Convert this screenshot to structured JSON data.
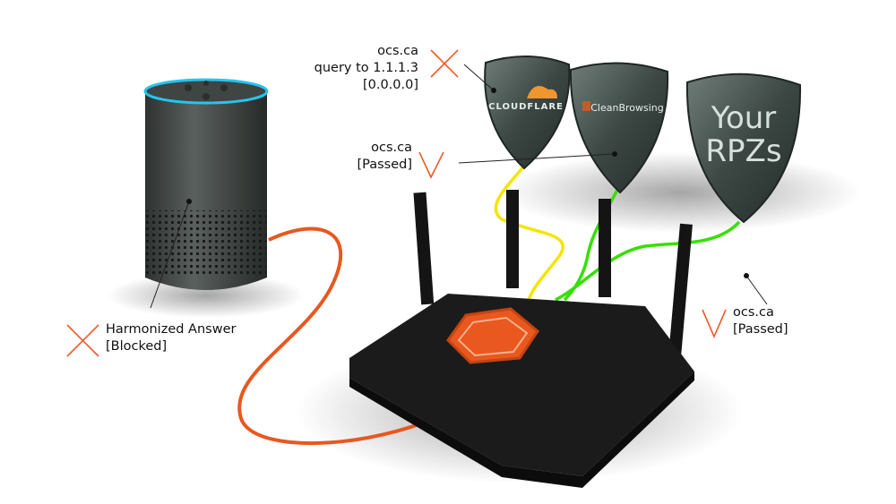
{
  "labels": {
    "cloudflare_query": {
      "line1": "ocs.ca",
      "line2": "query to 1.1.1.3",
      "line3": "[0.0.0.0]",
      "status": "blocked"
    },
    "cleanbrowsing_result": {
      "line1": "ocs.ca",
      "line2": "[Passed]",
      "status": "passed"
    },
    "speaker_result": {
      "line1": "Harmonized Answer",
      "line2": "[Blocked]",
      "status": "blocked"
    },
    "rpz_result": {
      "line1": "ocs.ca",
      "line2": "[Passed]",
      "status": "passed"
    }
  },
  "shields": {
    "cloudflare": "CLOUDFLARE",
    "cleanbrowsing": "CleanBrowsing",
    "rpz_line1": "Your",
    "rpz_line2": "RPZs"
  },
  "colors": {
    "mark": "#f05a28",
    "orange_cable": "#e8581f",
    "yellow_cable": "#f2e600",
    "green_cable": "#35e000",
    "alexa_ring": "#25c5f0"
  }
}
